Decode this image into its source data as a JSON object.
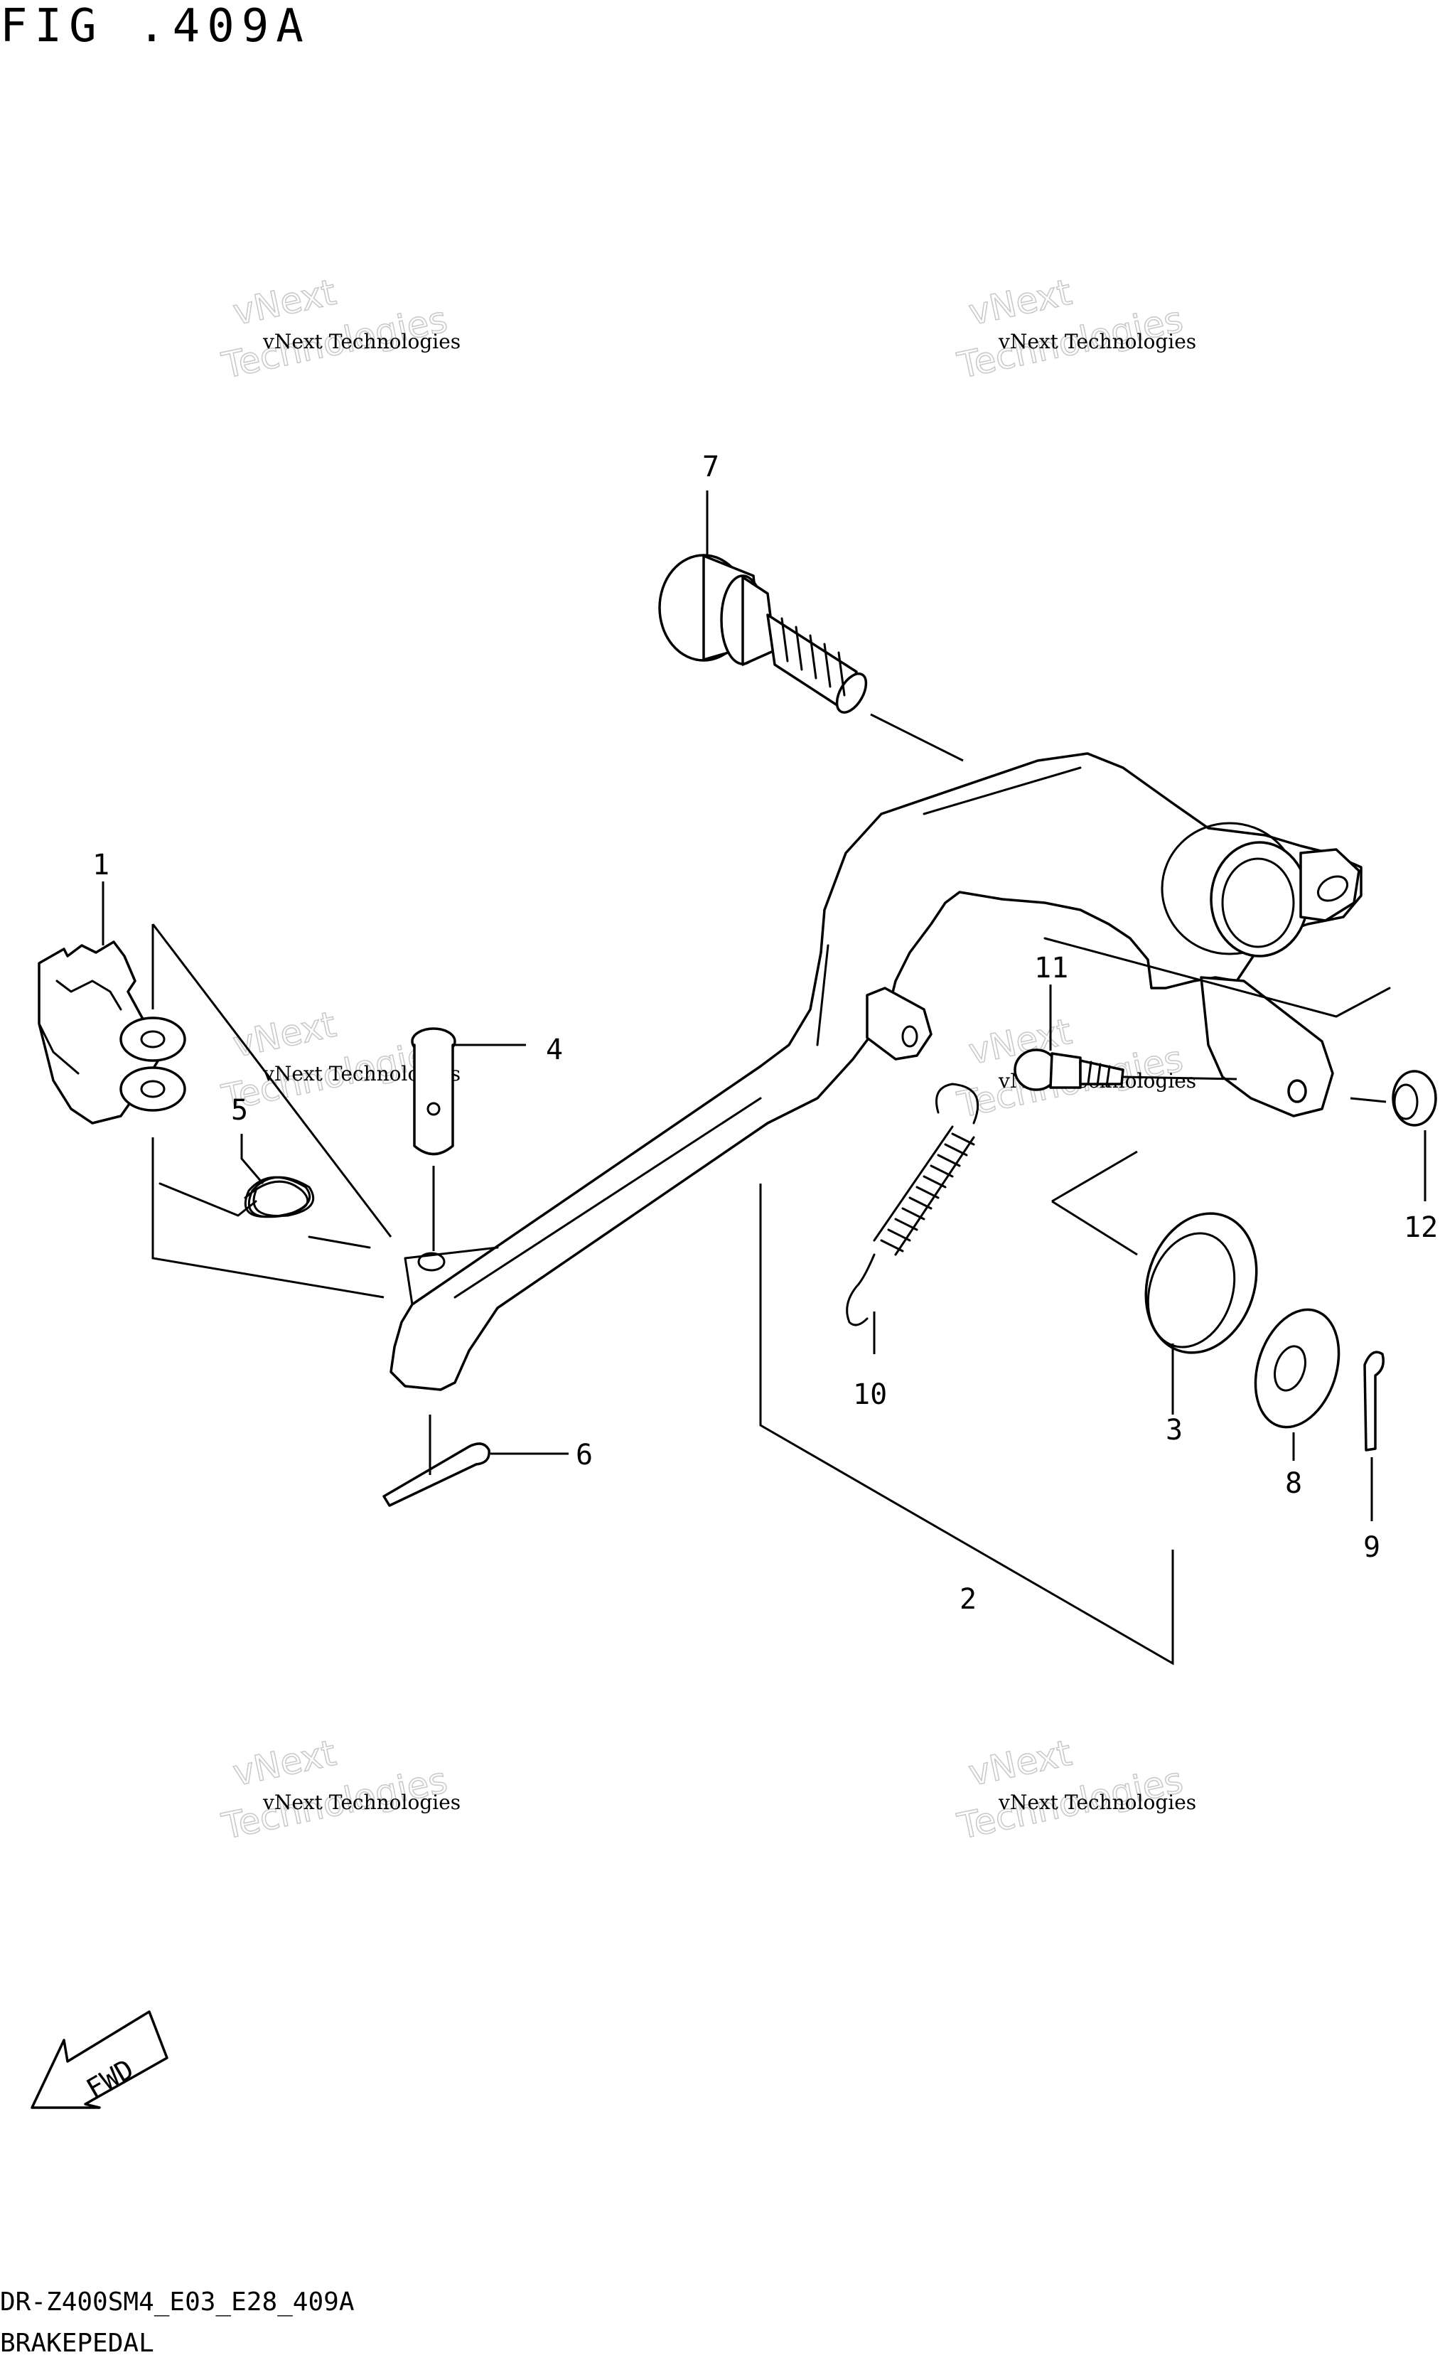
{
  "figure": {
    "title": "FIG .409A",
    "model_code": "DR-Z400SM4_E03_E28_409A",
    "section_name": "BRAKEPEDAL"
  },
  "direction_badge": {
    "label": "FWD"
  },
  "callouts": [
    "1",
    "2",
    "3",
    "4",
    "5",
    "6",
    "7",
    "8",
    "9",
    "10",
    "11",
    "12"
  ],
  "watermarks": [
    {
      "line1": "vNext Technologies",
      "line2": "vNext",
      "line3": "Technologies"
    },
    {
      "line1": "vNext Technologies",
      "line2": "vNext",
      "line3": "Technologies"
    },
    {
      "line1": "vNext Technologies",
      "line2": "vNext",
      "line3": "Technologies"
    },
    {
      "line1": "vNext Technologies",
      "line2": "vNext",
      "line3": "Technologies"
    },
    {
      "line1": "vNext Technologies",
      "line2": "vNext",
      "line3": "Technologies"
    },
    {
      "line1": "vNext Technologies",
      "line2": "vNext",
      "line3": "Technologies"
    }
  ],
  "colors": {
    "ink": "#000000",
    "watermark": "#c8c8c8",
    "background": "#ffffff"
  }
}
